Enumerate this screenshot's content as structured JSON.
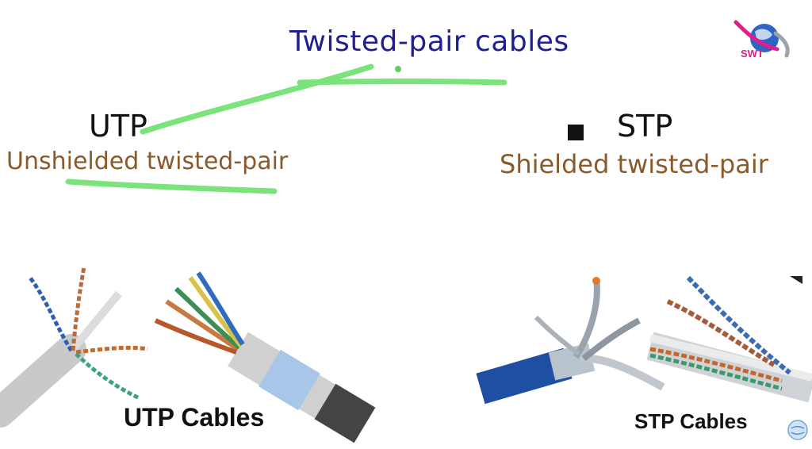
{
  "slide": {
    "title": "Twisted-pair cables",
    "utp": {
      "abbr": "UTP",
      "full": "Unshielded twisted-pair"
    },
    "stp": {
      "abbr": "STP",
      "full": "Shielded twisted-pair"
    },
    "utp_caption": "UTP Cables",
    "stp_caption": "STP Cables"
  },
  "logo": {
    "text": "SWT"
  },
  "colors": {
    "title": "#1f1f8f",
    "subtitle": "#8a5a2a",
    "annotation": "#7be37b"
  },
  "icons": [
    "swt-logo-icon",
    "globe-icon",
    "cursor-square-icon"
  ]
}
